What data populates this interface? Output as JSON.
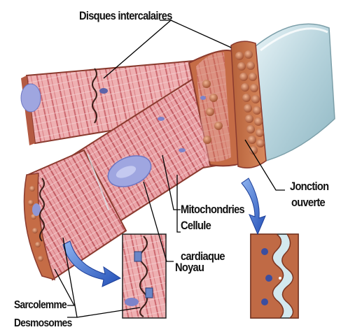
{
  "labels": {
    "disques_intercalaires": "Disques intercalaires",
    "jonction": "Jonction",
    "ouverte": "ouverte",
    "mitochondries": "Mitochondries",
    "cellule": "Cellule",
    "cardiaque": "cardiaque",
    "noyau": "Noyau",
    "sarcolemme": "Sarcolemme",
    "desmosomes": "Desmosomes"
  },
  "colors": {
    "fiber_pink": "#e9a3a6",
    "fiber_stripe": "#c4585f",
    "fiber_edge": "#8a3a2e",
    "endcap": "#c8734a",
    "nucleus": "#9fa6e0",
    "sheath": "#bcd9e1",
    "arrow_blue": "#3b6fd1",
    "leader": "#000000"
  },
  "icons": [
    "curved-arrow-icon",
    "curved-arrow-icon"
  ]
}
